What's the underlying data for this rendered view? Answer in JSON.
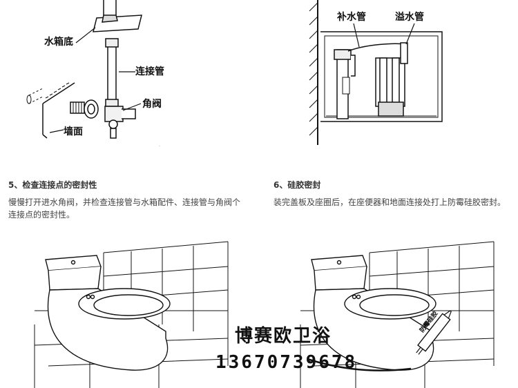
{
  "diagram_top_left": {
    "labels": {
      "tank_bottom": "水箱底",
      "connector_pipe": "连接管",
      "angle_valve": "角阀",
      "wall": "墙面"
    }
  },
  "diagram_top_right": {
    "labels": {
      "inlet_pipe": "补水管",
      "overflow_pipe": "溢水管"
    }
  },
  "step5": {
    "title": "5、检查连接点的密封性",
    "desc": "慢慢打开进水角阀，并检查连接管与水箱配件、连接管与角阀个连接点的密封性。"
  },
  "step6": {
    "title": "6、硅胶密封",
    "desc": "装完盖板及座圈后，在座便器和地面连接处打上防霉硅胶密封。",
    "tube_label": "防霉硅胶"
  },
  "watermark": {
    "brand": "博赛欧卫浴",
    "phone": "13670739678"
  }
}
